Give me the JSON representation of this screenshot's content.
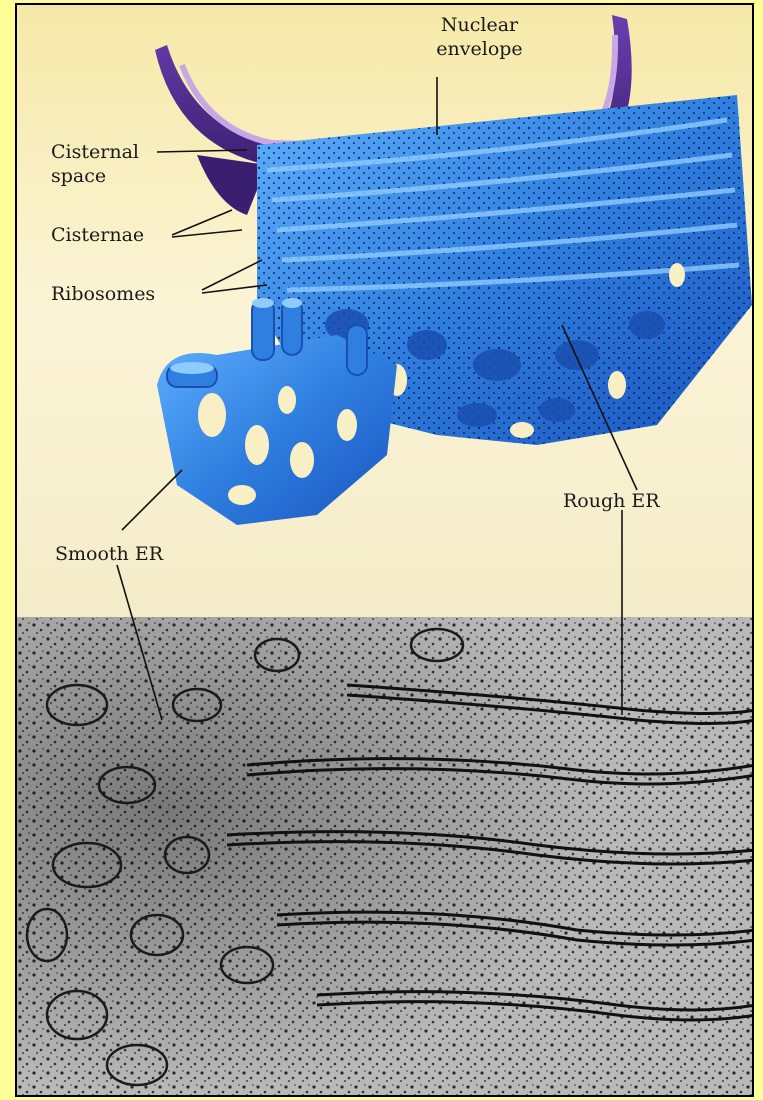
{
  "labels": {
    "nuclear_envelope_line1": "Nuclear",
    "nuclear_envelope_line2": "envelope",
    "cisternal_space_line1": "Cisternal",
    "cisternal_space_line2": "space",
    "cisternae": "Cisternae",
    "ribosomes": "Ribosomes",
    "rough_er": "Rough ER",
    "smooth_er": "Smooth ER"
  },
  "colors": {
    "background": "#ffff99",
    "illustration_bg": "#f8efc4",
    "envelope_purple": "#4a2a8a",
    "envelope_highlight": "#c9a7e6",
    "er_blue": "#2f7fe0",
    "er_dark_blue": "#1a4fb0",
    "er_light_blue": "#6fb8ff",
    "micrograph_dark": "#1a1a1a",
    "micrograph_light": "#c8c8c8"
  }
}
